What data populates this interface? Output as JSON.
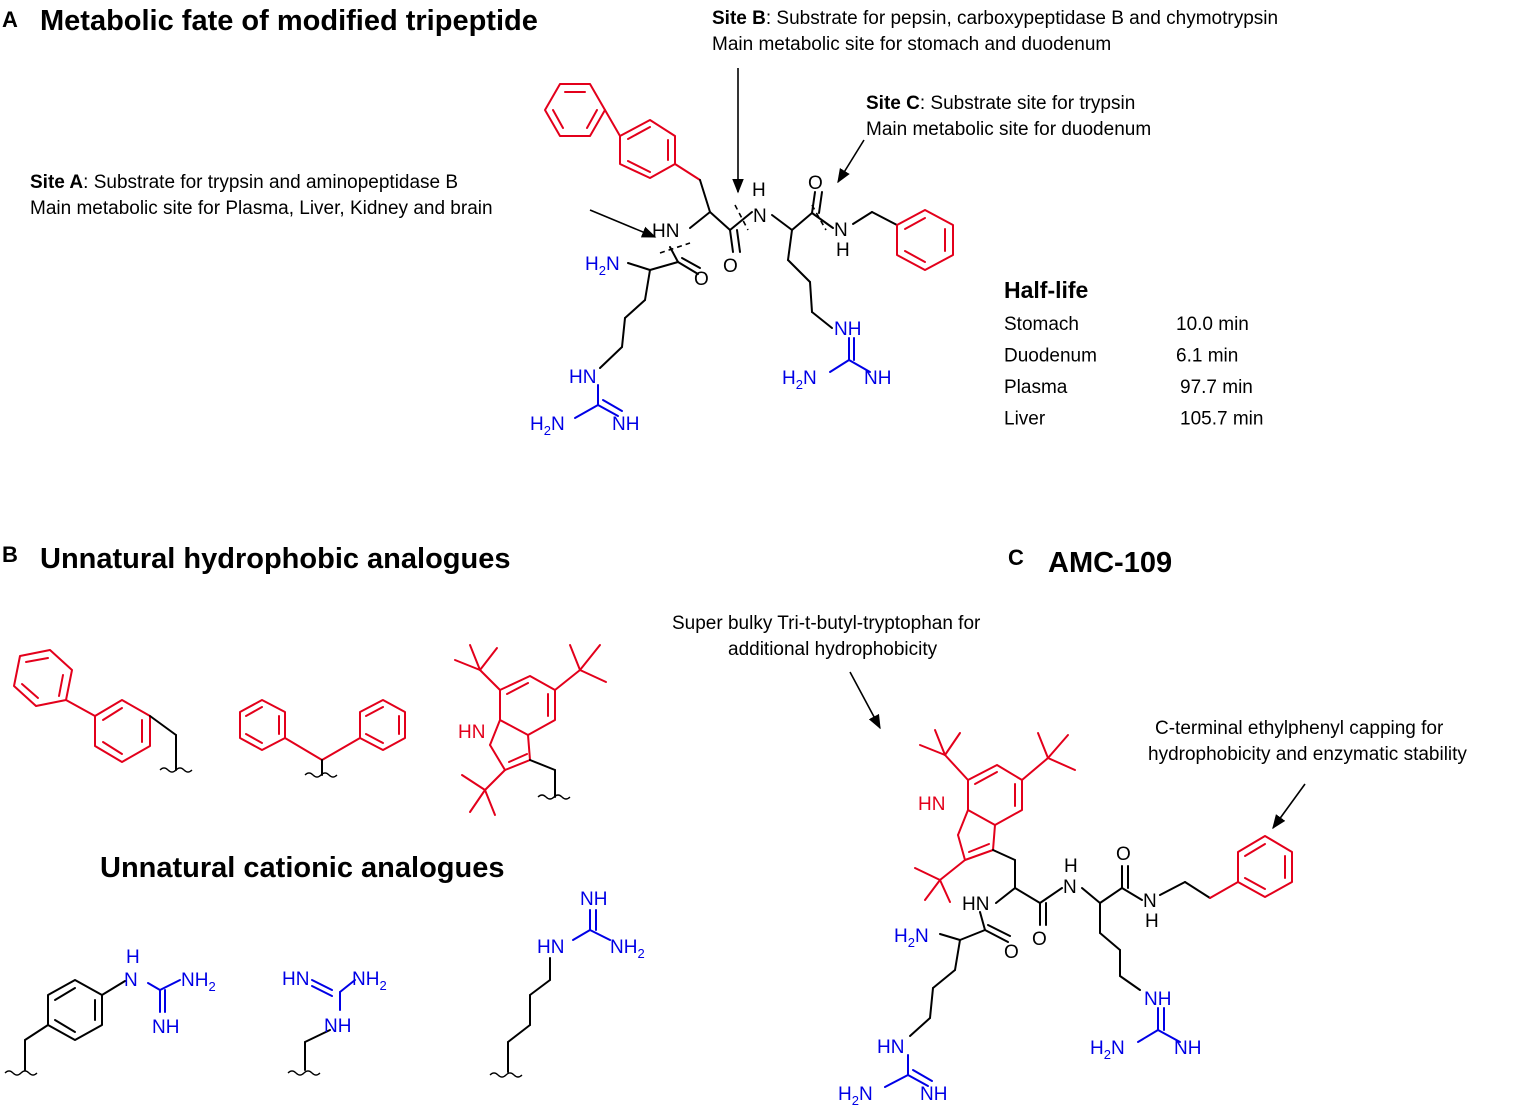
{
  "colors": {
    "hydrophobic": "#e3001b",
    "cationic": "#0000e6",
    "backbone": "#000000"
  },
  "panel_a": {
    "letter": "A",
    "title": "Metabolic fate of modified tripeptide",
    "site_a": {
      "label": "Site A",
      "line1": ": Substrate for trypsin and aminopeptidase B",
      "line2": "Main metabolic site for Plasma, Liver, Kidney and brain"
    },
    "site_b": {
      "label": "Site B",
      "line1": ": Substrate for pepsin, carboxypeptidase B and chymotrypsin",
      "line2": "Main metabolic site for stomach and duodenum"
    },
    "site_c": {
      "label": "Site C",
      "line1": ": Substrate site for trypsin",
      "line2": "Main metabolic site for duodenum"
    },
    "half_life": {
      "heading": "Half-life",
      "rows": [
        {
          "tissue": "Stomach",
          "value": "10.0 min"
        },
        {
          "tissue": "Duodenum",
          "value": "6.1 min"
        },
        {
          "tissue": "Plasma",
          "value": "97.7 min"
        },
        {
          "tissue": "Liver",
          "value": "105.7 min"
        }
      ]
    }
  },
  "panel_b": {
    "letter": "B",
    "title_hydrophobic": "Unnatural hydrophobic analogues",
    "title_cationic": "Unnatural cationic analogues"
  },
  "panel_c": {
    "letter": "C",
    "title": "AMC-109",
    "note1": {
      "line1": "Super bulky Tri-t-butyl-tryptophan for",
      "line2": "additional hydrophobicity"
    },
    "note2": {
      "line1": "C-terminal ethylphenyl capping for",
      "line2": "hydrophobicity and enzymatic stability"
    }
  },
  "atoms": {
    "nh": "NH",
    "hn": "HN",
    "h": "H",
    "n": "N",
    "o": "O",
    "h2n_prefix": "H",
    "nh2_prefix": "NH",
    "sub2": "2"
  }
}
